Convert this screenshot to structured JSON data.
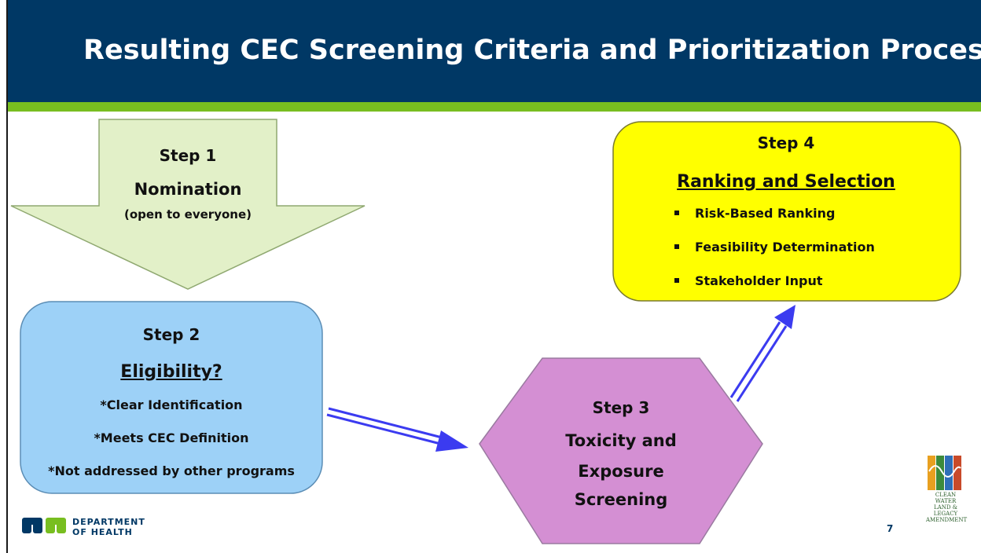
{
  "slide": {
    "title": "Resulting CEC Screening Criteria and Prioritization Process",
    "page_number": "7"
  },
  "step1": {
    "label": "Step 1",
    "heading": "Nomination",
    "subtext": "(open to everyone)"
  },
  "step2": {
    "label": "Step 2",
    "heading": "Eligibility?",
    "criteria": [
      "*Clear Identification",
      "*Meets CEC Definition",
      "*Not addressed by other programs"
    ]
  },
  "step3": {
    "label": "Step 3",
    "lines": [
      "Toxicity and",
      "Exposure",
      "Screening"
    ]
  },
  "step4": {
    "label": "Step 4",
    "heading": "Ranking and Selection",
    "bullets": [
      "Risk-Based Ranking",
      "Feasibility Determination",
      "Stakeholder Input"
    ]
  },
  "footer": {
    "department_line1": "DEPARTMENT",
    "department_line2": "OF HEALTH",
    "legacy_text": "CLEAN WATER LAND & LEGACY AMENDMENT"
  },
  "colors": {
    "header": "#003865",
    "header_stripe": "#78be20",
    "step1_fill": "#e2f0c8",
    "step2_fill": "#9dd1f7",
    "step3_fill": "#d48fd3",
    "step4_fill": "#ffff00",
    "arrow": "#3b3bf0"
  }
}
